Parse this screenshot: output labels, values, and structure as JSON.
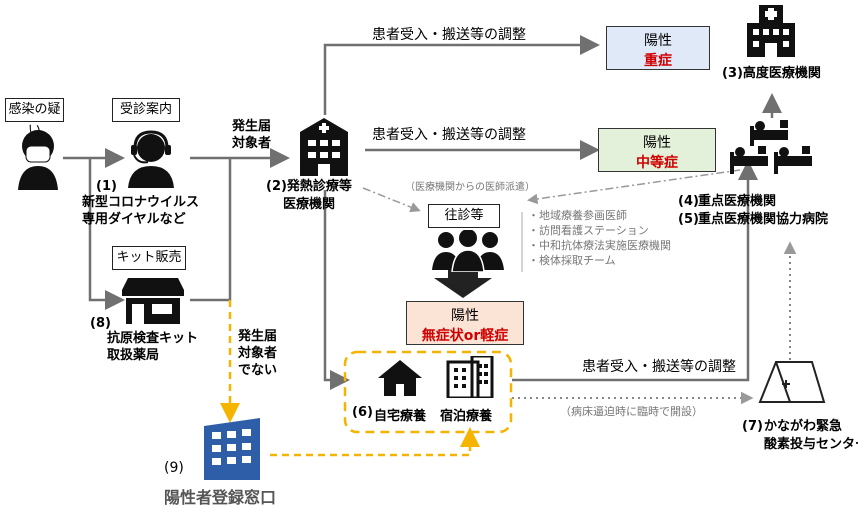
{
  "nodes": {
    "suspected": "感染の疑い",
    "consult": "受診案内",
    "kit_sale": "キット販売",
    "dial_num": "(1)",
    "dial_name": "新型コロナウイルス\n専用ダイヤルなど",
    "pharm_num": "(8)",
    "pharm_name": "抗原検査キット\n取扱薬局",
    "fever_name": "(2)発熱診療等\n医療機関",
    "high_name": "(3)高度医療機関",
    "key_num": "(4)\n(5)",
    "key_name": "重点医療機関\n重点医療機関協力病院",
    "visit": "往診等",
    "home": "自宅療養",
    "hotel": "宿泊療養",
    "home_num": "(6)",
    "oxygen_num": "(7)",
    "oxygen_name": "かながわ緊急\n酸素投与センター",
    "reg_num": "(9)",
    "reg_name": "陽性者登録窓口"
  },
  "status": {
    "severe_pos": "陽性",
    "severe_level": "重症",
    "moderate_pos": "陽性",
    "moderate_level": "中等症",
    "mild_pos": "陽性",
    "mild_level": "無症状or軽症"
  },
  "labels": {
    "report_target": "発生届\n対象者",
    "not_report_target": "発生届\n対象者\nでない",
    "adjust1": "患者受入・搬送等の調整",
    "adjust2": "患者受入・搬送等の調整",
    "adjust3": "患者受入・搬送等の調整",
    "dispatch": "（医療機関からの医師派遣）",
    "temp_open": "（病床逼迫時に臨時で開設）",
    "visit_list": "・地域療養参画医師\n・訪問看護ステーション\n・中和抗体療法実施医療機関\n・検体採取チーム"
  },
  "colors": {
    "severe_bg": "#dfe9f7",
    "moderate_bg": "#e4f1da",
    "mild_bg": "#fbe3d6",
    "orange": "#f4b400",
    "blue": "#2f5ea8",
    "arrow": "#707070"
  }
}
